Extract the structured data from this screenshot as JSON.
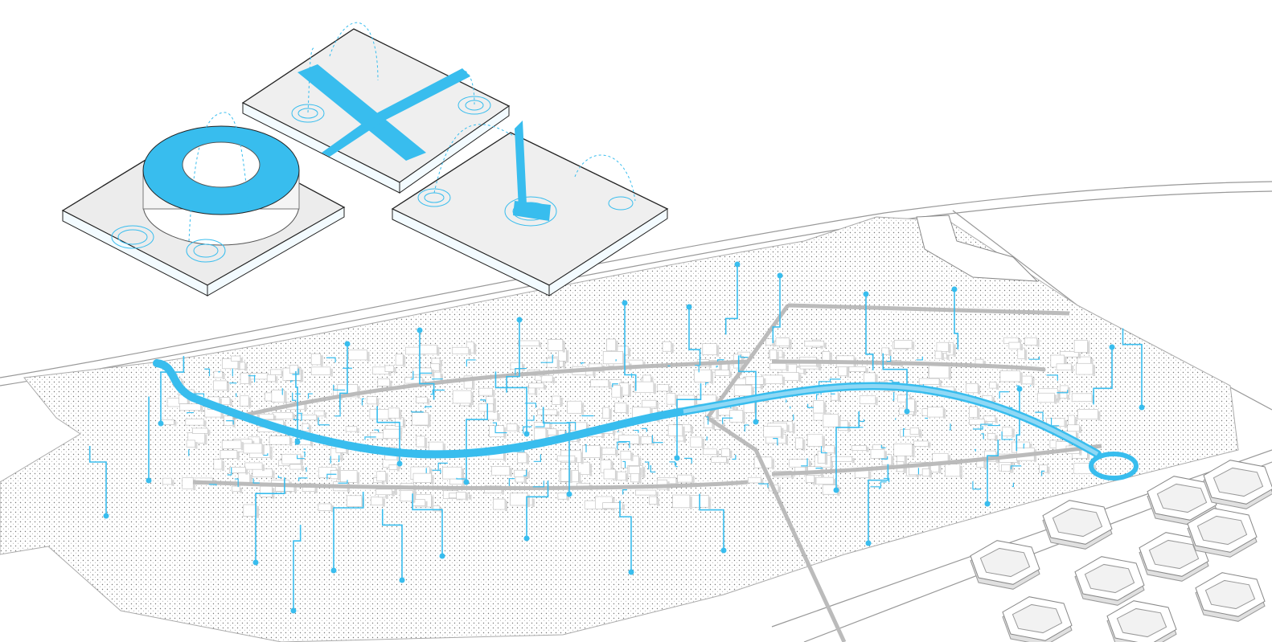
{
  "illustration": {
    "type": "isometric urban network diagram",
    "panels": [
      "stadium-ring-block",
      "river-crossing-block",
      "tower-block"
    ],
    "colors": {
      "accent_blue": "#38bdee",
      "light_blue": "#8fd8f5",
      "line_gray": "#555555",
      "ground_gray": "#e6e6e6",
      "background": "#ffffff"
    }
  }
}
